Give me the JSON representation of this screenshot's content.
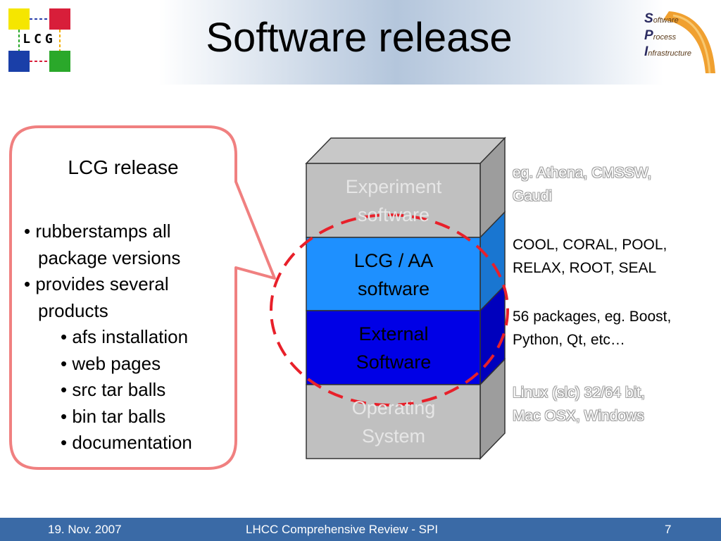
{
  "slide": {
    "title": "Software release"
  },
  "logos": {
    "lcg_text": "LCG",
    "spi_lines": [
      {
        "cap": "S",
        "rest": "oftware"
      },
      {
        "cap": "P",
        "rest": "rocess"
      },
      {
        "cap": "I",
        "rest": "nfrastructure"
      }
    ]
  },
  "callout": {
    "title": "LCG release",
    "bullets": [
      {
        "level": 1,
        "text": "• rubberstamps all"
      },
      {
        "level": 0,
        "text": "package versions"
      },
      {
        "level": 1,
        "text": "• provides several"
      },
      {
        "level": 0,
        "text": "products"
      },
      {
        "level": 2,
        "text": "• afs installation"
      },
      {
        "level": 2,
        "text": "• web pages"
      },
      {
        "level": 2,
        "text": "• src tar balls"
      },
      {
        "level": 2,
        "text": "• bin tar balls"
      },
      {
        "level": 2,
        "text": "• documentation"
      }
    ]
  },
  "stack": {
    "layers": [
      {
        "name": "experiment",
        "lines": [
          "Experiment",
          "software"
        ],
        "color": "#c0c0c0",
        "text_color": "#e6e6e6"
      },
      {
        "name": "lcg-aa",
        "lines": [
          "LCG / AA",
          "software"
        ],
        "color": "#1e90ff",
        "text_color": "#000000"
      },
      {
        "name": "external",
        "lines": [
          "External",
          "Software"
        ],
        "color": "#0000e6",
        "text_color": "#000000"
      },
      {
        "name": "operating-system",
        "lines": [
          "Operating",
          "System"
        ],
        "color": "#c0c0c0",
        "text_color": "#e6e6e6"
      }
    ]
  },
  "descriptions": [
    {
      "lines": [
        "eg. Athena, CMSSW,",
        "Gaudi"
      ],
      "style": "ghost"
    },
    {
      "lines": [
        "COOL, CORAL, POOL,",
        "RELAX, ROOT, SEAL"
      ],
      "style": "normal"
    },
    {
      "lines": [
        "56 packages, eg. Boost,",
        "Python, Qt, etc…"
      ],
      "style": "normal"
    },
    {
      "lines": [
        "Linux (slc) 32/64 bit,",
        "Mac OSX, Windows"
      ],
      "style": "ghost"
    }
  ],
  "colors": {
    "footer_bg": "#3a6aa6",
    "callout_border": "#f08080",
    "highlight_ellipse": "#e8202a"
  },
  "footer": {
    "date": "19. Nov. 2007",
    "center": "LHCC Comprehensive Review - SPI",
    "page": "7"
  }
}
